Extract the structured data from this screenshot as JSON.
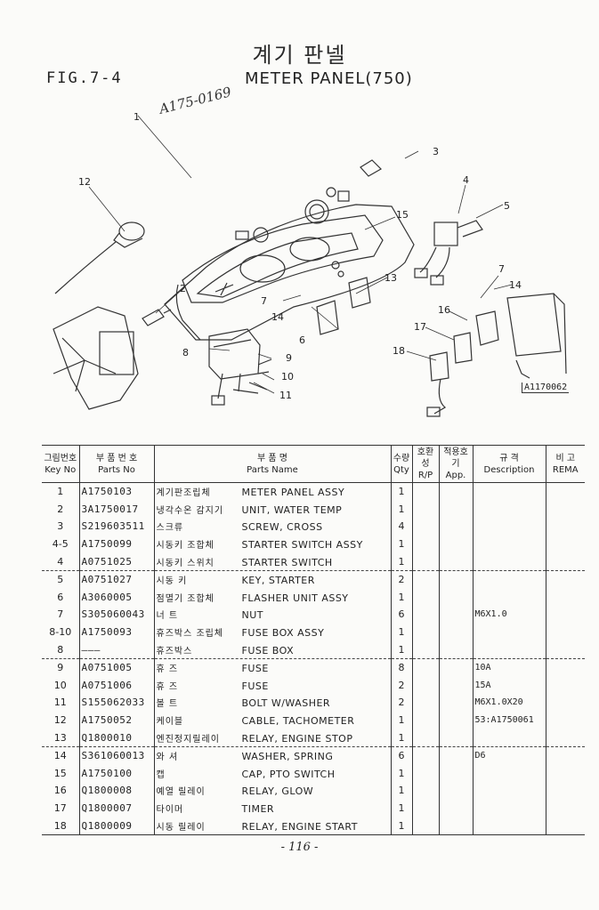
{
  "header": {
    "title_ko": "계기 판넬",
    "fig_label": "FIG.7-4",
    "title_en": "METER PANEL(750)",
    "handwritten_note": "A175-0169"
  },
  "diagram": {
    "callouts": [
      "1",
      "2",
      "3",
      "4",
      "5",
      "6",
      "7",
      "7",
      "8",
      "9",
      "10",
      "11",
      "12",
      "13",
      "14",
      "14",
      "15",
      "16",
      "17",
      "18"
    ],
    "reference_number": "A1170062"
  },
  "table": {
    "headers": {
      "key_ko": "그림번호",
      "key_en": "Key No",
      "part_ko": "부 품 번 호",
      "part_en": "Parts No",
      "name_ko": "부 품 명",
      "name_en": "Parts Name",
      "qty_ko": "수량",
      "qty_en": "Qty",
      "rp_ko": "호환성",
      "rp_en": "R/P",
      "app_ko": "적용호기",
      "app_en": "App.",
      "spec_ko": "규 격",
      "spec_en": "Description",
      "rem_ko": "비 고",
      "rem_en": "REMA"
    },
    "rows": [
      {
        "key": "1",
        "part_no": "A1750103",
        "name_ko": "계기판조립체",
        "name_en": "METER PANEL ASSY",
        "qty": "1",
        "rp": "",
        "app": "",
        "spec": "",
        "rem": ""
      },
      {
        "key": "2",
        "part_no": "3A1750017",
        "name_ko": "냉각수온 감지기",
        "name_en": "UNIT, WATER TEMP",
        "qty": "1",
        "rp": "",
        "app": "",
        "spec": "",
        "rem": ""
      },
      {
        "key": "3",
        "part_no": "S219603511",
        "name_ko": "스크류",
        "name_en": "SCREW, CROSS",
        "qty": "4",
        "rp": "",
        "app": "",
        "spec": "",
        "rem": ""
      },
      {
        "key": "4-5",
        "part_no": "A1750099",
        "name_ko": "시동키 조합체",
        "name_en": "STARTER SWITCH ASSY",
        "qty": "1",
        "rp": "",
        "app": "",
        "spec": "",
        "rem": ""
      },
      {
        "key": "4",
        "part_no": "A0751025",
        "name_ko": "시동키 스위치",
        "name_en": "STARTER SWITCH",
        "qty": "1",
        "rp": "",
        "app": "",
        "spec": "",
        "rem": ""
      },
      {
        "key": "5",
        "part_no": "A0751027",
        "name_ko": "시동 키",
        "name_en": "KEY, STARTER",
        "qty": "2",
        "rp": "",
        "app": "",
        "spec": "",
        "rem": ""
      },
      {
        "key": "6",
        "part_no": "A3060005",
        "name_ko": "점멸기 조합체",
        "name_en": "FLASHER UNIT ASSY",
        "qty": "1",
        "rp": "",
        "app": "",
        "spec": "",
        "rem": ""
      },
      {
        "key": "7",
        "part_no": "S305060043",
        "name_ko": "너 트",
        "name_en": "NUT",
        "qty": "6",
        "rp": "",
        "app": "",
        "spec": "M6X1.0",
        "rem": ""
      },
      {
        "key": "8-10",
        "part_no": "A1750093",
        "name_ko": "휴즈박스 조립체",
        "name_en": "FUSE BOX ASSY",
        "qty": "1",
        "rp": "",
        "app": "",
        "spec": "",
        "rem": ""
      },
      {
        "key": "8",
        "part_no": "———",
        "name_ko": "휴즈박스",
        "name_en": "FUSE BOX",
        "qty": "1",
        "rp": "",
        "app": "",
        "spec": "",
        "rem": ""
      },
      {
        "key": "9",
        "part_no": "A0751005",
        "name_ko": "휴 즈",
        "name_en": "FUSE",
        "qty": "8",
        "rp": "",
        "app": "",
        "spec": "10A",
        "rem": ""
      },
      {
        "key": "10",
        "part_no": "A0751006",
        "name_ko": "휴 즈",
        "name_en": "FUSE",
        "qty": "2",
        "rp": "",
        "app": "",
        "spec": "15A",
        "rem": ""
      },
      {
        "key": "11",
        "part_no": "S155062033",
        "name_ko": "볼 트",
        "name_en": "BOLT W/WASHER",
        "qty": "2",
        "rp": "",
        "app": "",
        "spec": "M6X1.0X20",
        "rem": ""
      },
      {
        "key": "12",
        "part_no": "A1750052",
        "name_ko": "케이블",
        "name_en": "CABLE, TACHOMETER",
        "qty": "1",
        "rp": "",
        "app": "",
        "spec": "53:A1750061",
        "rem": ""
      },
      {
        "key": "13",
        "part_no": "Q1800010",
        "name_ko": "엔진정지릴레이",
        "name_en": "RELAY, ENGINE STOP",
        "qty": "1",
        "rp": "",
        "app": "",
        "spec": "",
        "rem": ""
      },
      {
        "key": "14",
        "part_no": "S361060013",
        "name_ko": "와 셔",
        "name_en": "WASHER, SPRING",
        "qty": "6",
        "rp": "",
        "app": "",
        "spec": "D6",
        "rem": ""
      },
      {
        "key": "15",
        "part_no": "A1750100",
        "name_ko": "캡",
        "name_en": "CAP, PTO SWITCH",
        "qty": "1",
        "rp": "",
        "app": "",
        "spec": "",
        "rem": ""
      },
      {
        "key": "16",
        "part_no": "Q1800008",
        "name_ko": "예열 릴레이",
        "name_en": "RELAY, GLOW",
        "qty": "1",
        "rp": "",
        "app": "",
        "spec": "",
        "rem": ""
      },
      {
        "key": "17",
        "part_no": "Q1800007",
        "name_ko": "타이머",
        "name_en": "TIMER",
        "qty": "1",
        "rp": "",
        "app": "",
        "spec": "",
        "rem": ""
      },
      {
        "key": "18",
        "part_no": "Q1800009",
        "name_ko": "시동 릴레이",
        "name_en": "RELAY, ENGINE START",
        "qty": "1",
        "rp": "",
        "app": "",
        "spec": "",
        "rem": ""
      }
    ]
  },
  "footer": {
    "page_number": "- 116 -"
  }
}
